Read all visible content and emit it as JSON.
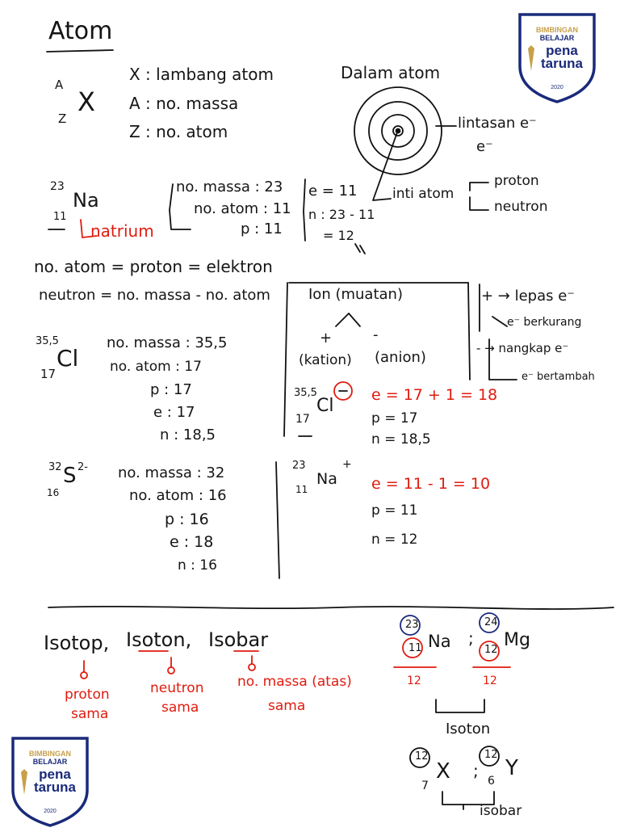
{
  "title": "Atom",
  "notation": {
    "a": "A",
    "z": "Z",
    "x": "X"
  },
  "legend": {
    "x": "X : lambang atom",
    "a": "A : no. massa",
    "z": "Z : no. atom"
  },
  "dalam_atom": {
    "heading": "Dalam atom",
    "lintasan": "lintasan e⁻",
    "e_minus": "e⁻",
    "inti": "inti atom",
    "proton": "proton",
    "neutron": "neutron"
  },
  "na_example": {
    "mass": "23",
    "num": "11",
    "symbol": "Na",
    "name": "natrium",
    "no_massa": "no. massa : 23",
    "no_atom": "no. atom : 11",
    "p": "p : 11",
    "e": "e = 11",
    "n1": "n : 23 - 11",
    "n2": "= 12"
  },
  "rules": {
    "r1": "no. atom = proton = elektron",
    "r2": "neutron = no. massa - no. atom"
  },
  "cl_example": {
    "mass": "35,5",
    "num": "17",
    "symbol": "Cl",
    "no_massa": "no. massa : 35,5",
    "no_atom": "no. atom : 17",
    "p": "p : 17",
    "e": "e : 17",
    "n": "n : 18,5"
  },
  "s_example": {
    "mass": "32",
    "num": "16",
    "symbol": "S",
    "charge": "2-",
    "no_massa": "no. massa : 32",
    "no_atom": "no. atom : 16",
    "p": "p : 16",
    "e": "e : 18",
    "n": "n : 16"
  },
  "ion": {
    "heading": "Ion (muatan)",
    "plus": "+",
    "minus": "-",
    "kation": "(kation)",
    "anion": "(anion)",
    "lepas": "+ → lepas e⁻",
    "berkurang": "e⁻ berkurang",
    "minus_rule": "- → nangkap e⁻",
    "bertambah": "e⁻ bertambah",
    "cl_mass": "35,5",
    "cl_num": "17",
    "cl_symbol": "Cl",
    "cl_e": "e = 17 + 1 = 18",
    "cl_p": "p = 17",
    "cl_n": "n = 18,5",
    "na_mass": "23",
    "na_num": "11",
    "na_symbol": "Na",
    "na_e": "e = 11 - 1 = 10",
    "na_p": "p = 11",
    "na_n": "n = 12"
  },
  "iso": {
    "isotop": "Isotop,",
    "isoton": "Isoton,",
    "isobar": "Isobar",
    "isotop_desc1": "proton",
    "isotop_desc2": "sama",
    "isoton_desc1": "neutron",
    "isoton_desc2": "sama",
    "isobar_desc1": "no. massa (atas)",
    "isobar_desc2": "sama",
    "na_mass": "23",
    "na_num": "11",
    "na_symbol": "Na",
    "mg_mass": "24",
    "mg_num": "12",
    "mg_symbol": "Mg",
    "na_n": "12",
    "mg_n": "12",
    "sep": ";",
    "isoton_label": "Isoton",
    "x_mass": "12",
    "x_num": "7",
    "x_symbol": "X",
    "y_mass": "12",
    "y_num": "6",
    "y_symbol": "Y",
    "isobar_label": "isobar"
  },
  "logo": {
    "top": "BIMBINGAN",
    "mid": "BELAJAR",
    "brand1": "pena",
    "brand2": "taruna",
    "year": "2020"
  },
  "colors": {
    "ink": "#151515",
    "red": "#e01b0f",
    "navy": "#1a2a7a",
    "gold": "#c8a04a"
  }
}
